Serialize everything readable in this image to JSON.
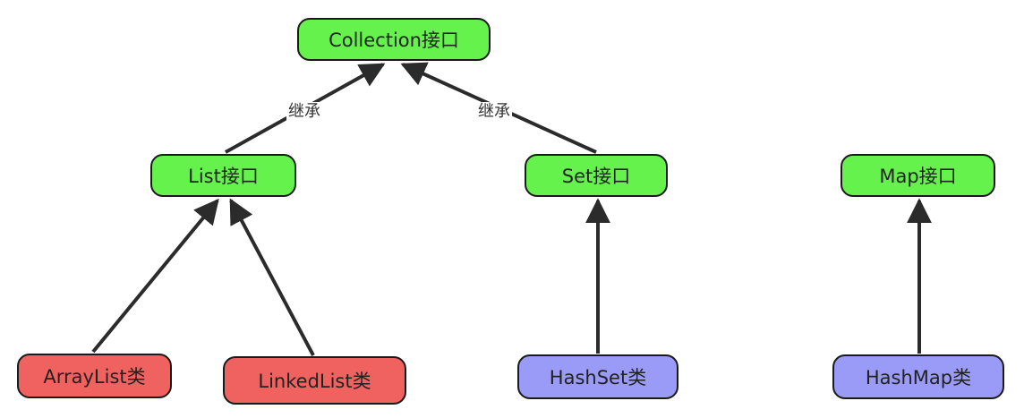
{
  "nodes": {
    "collection": {
      "label": "Collection接口"
    },
    "list": {
      "label": "List接口"
    },
    "set": {
      "label": "Set接口"
    },
    "map": {
      "label": "Map接口"
    },
    "arraylist": {
      "label": "ArrayList类"
    },
    "linkedlist": {
      "label": "LinkedList类"
    },
    "hashset": {
      "label": "HashSet类"
    },
    "hashmap": {
      "label": "HashMap类"
    }
  },
  "edge_labels": {
    "list_to_collection": "继承",
    "set_to_collection": "继承"
  },
  "colors": {
    "interface": "#66f24d",
    "class_list": "#f0625f",
    "class_other": "#9a9af7",
    "stroke": "#2b2b2b"
  }
}
